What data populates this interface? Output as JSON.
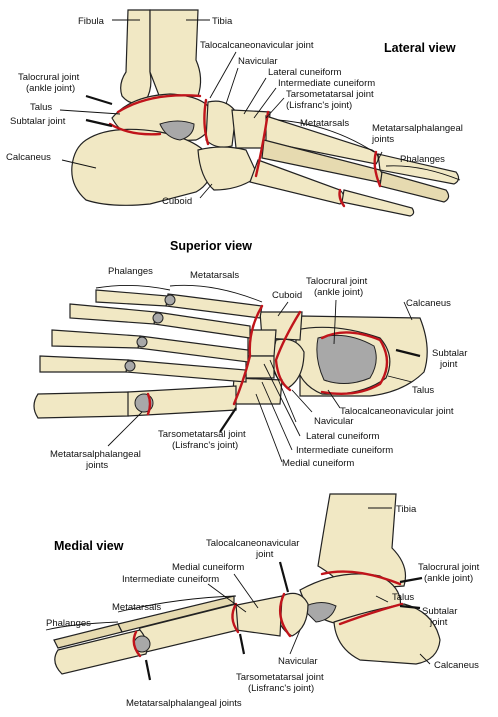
{
  "views": {
    "lateral": "Lateral view",
    "superior": "Superior view",
    "medial": "Medial view"
  },
  "lateral_labels": {
    "fibula": "Fibula",
    "tibia": "Tibia",
    "talocalcaneonavicular": "Talocalcaneonavicular joint",
    "navicular": "Navicular",
    "lateral_cuneiform": "Lateral cuneiform",
    "intermediate_cuneiform": "Intermediate cuneiform",
    "tmt_1": "Tarsometatarsal joint",
    "tmt_2": "(Lisfranc's joint)",
    "talocrural_1": "Talocrural joint",
    "talocrural_2": "(ankle joint)",
    "talus": "Talus",
    "subtalar": "Subtalar joint",
    "calcaneus": "Calcaneus",
    "metatarsals": "Metatarsals",
    "mtp_1": "Metatarsalphalangeal",
    "mtp_2": "joints",
    "phalanges": "Phalanges",
    "cuboid": "Cuboid"
  },
  "superior_labels": {
    "phalanges": "Phalanges",
    "metatarsals": "Metatarsals",
    "cuboid": "Cuboid",
    "talocrural_1": "Talocrural joint",
    "talocrural_2": "(ankle joint)",
    "calcaneus": "Calcaneus",
    "subtalar_1": "Subtalar",
    "subtalar_2": "joint",
    "talus": "Talus",
    "talocalcaneonavicular": "Talocalcaneonavicular joint",
    "navicular": "Navicular",
    "lateral_cuneiform": "Lateral cuneiform",
    "intermediate_cuneiform": "Intermediate cuneiform",
    "medial_cuneiform": "Medial cuneiform",
    "tmt_1": "Tarsometatarsal joint",
    "tmt_2": "(Lisfranc's joint)",
    "mtp_1": "Metatarsalphalangeal",
    "mtp_2": "joints"
  },
  "medial_labels": {
    "tibia": "Tibia",
    "tcn_1": "Talocalcaneonavicular",
    "tcn_2": "joint",
    "medial_cuneiform": "Medial cuneiform",
    "intermediate_cuneiform": "Intermediate cuneiform",
    "talocrural_1": "Talocrural joint",
    "talocrural_2": "(ankle joint)",
    "metatarsals": "Metatarsals",
    "talus": "Talus",
    "subtalar_1": "Subtalar",
    "subtalar_2": "joint",
    "phalanges": "Phalanges",
    "navicular": "Navicular",
    "calcaneus": "Calcaneus",
    "tmt_1": "Tarsometatarsal joint",
    "tmt_2": "(Lisfranc's joint)",
    "mtp": "Metatarsalphalangeal joints"
  },
  "colors": {
    "bone": "#f1e8c4",
    "cartilage": "#a8a8a8",
    "joint_line": "#c0141b"
  }
}
